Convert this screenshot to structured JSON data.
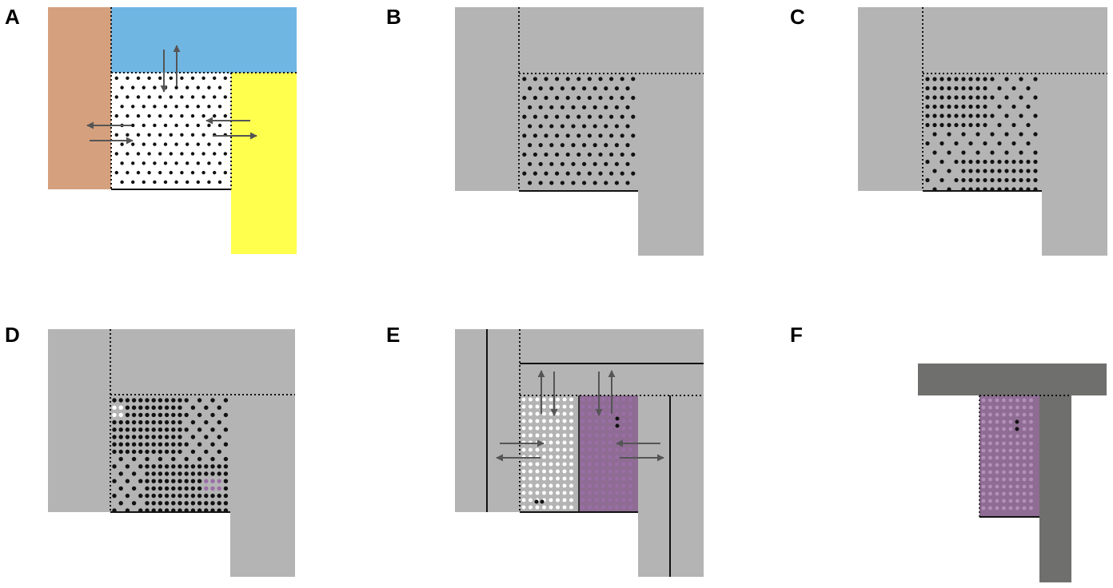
{
  "panels": [
    {
      "id": "A",
      "label": "A"
    },
    {
      "id": "B",
      "label": "B"
    },
    {
      "id": "C",
      "label": "C"
    },
    {
      "id": "D",
      "label": "D"
    },
    {
      "id": "E",
      "label": "E"
    },
    {
      "id": "F",
      "label": "F"
    }
  ],
  "colors": {
    "left_region_A": "#d5a07e",
    "top_region_A": "#70b6e3",
    "right_region_A": "#ffff4d",
    "tissue_gray": "#b4b4b4",
    "tissue_dark": "#6f6f6d",
    "dot_black": "#111111",
    "dot_white": "#ffffff",
    "dot_purple": "#9a6ea6",
    "purple_fill": "#8e6c93",
    "arrow": "#555555"
  }
}
